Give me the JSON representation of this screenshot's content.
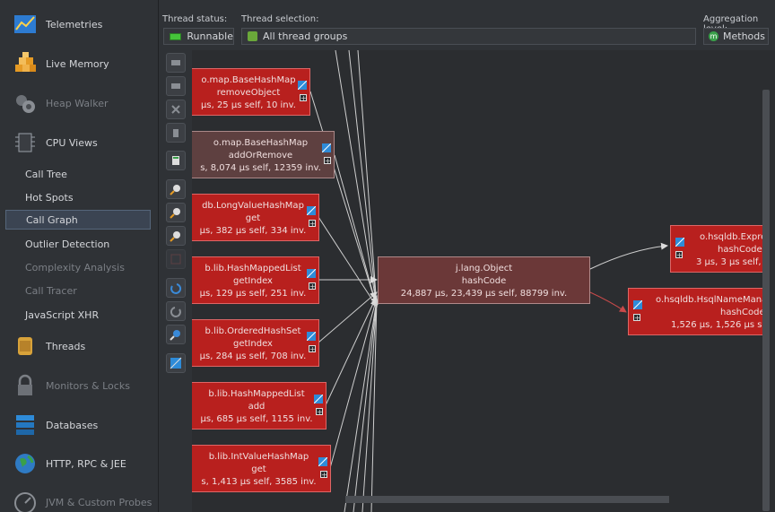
{
  "sidebar": {
    "items": [
      {
        "label": "Telemetries",
        "icon": "telemetries-icon"
      },
      {
        "label": "Live Memory",
        "icon": "live-memory-icon"
      },
      {
        "label": "Heap Walker",
        "icon": "heap-walker-icon"
      },
      {
        "label": "CPU Views",
        "icon": "cpu-views-icon"
      },
      {
        "label": "Threads",
        "icon": "threads-icon"
      },
      {
        "label": "Monitors & Locks",
        "icon": "monitors-locks-icon"
      },
      {
        "label": "Databases",
        "icon": "databases-icon"
      },
      {
        "label": "HTTP, RPC & JEE",
        "icon": "http-rpc-jee-icon"
      },
      {
        "label": "JVM & Custom Probes",
        "icon": "jvm-custom-probes-icon"
      }
    ],
    "cpu_sub": [
      {
        "label": "Call Tree"
      },
      {
        "label": "Hot Spots"
      },
      {
        "label": "Call Graph"
      },
      {
        "label": "Outlier Detection"
      },
      {
        "label": "Complexity Analysis"
      },
      {
        "label": "Call Tracer"
      },
      {
        "label": "JavaScript XHR"
      }
    ]
  },
  "header": {
    "thread_status_label": "Thread status:",
    "thread_status_value": "Runnable",
    "thread_selection_label": "Thread selection:",
    "thread_selection_value": "All thread groups",
    "aggregation_label": "Aggregation level:",
    "aggregation_value": "Methods",
    "aggregation_badge": "m"
  },
  "graph": {
    "callers": [
      {
        "cls": "o.map.BaseHashMap",
        "method": "removeObject",
        "stats": "μs, 25 μs self, 10 inv."
      },
      {
        "cls": "o.map.BaseHashMap",
        "method": "addOrRemove",
        "stats": "s, 8,074 μs self, 12359 inv."
      },
      {
        "cls": "db.LongValueHashMap",
        "method": "get",
        "stats": "μs, 382 μs self, 334 inv."
      },
      {
        "cls": "b.lib.HashMappedList",
        "method": "getIndex",
        "stats": "μs, 129 μs self, 251 inv."
      },
      {
        "cls": "b.lib.OrderedHashSet",
        "method": "getIndex",
        "stats": "μs, 284 μs self, 708 inv."
      },
      {
        "cls": "b.lib.HashMappedList",
        "method": "add",
        "stats": "μs, 685 μs self, 1155 inv."
      },
      {
        "cls": "b.lib.IntValueHashMap",
        "method": "get",
        "stats": "s, 1,413 μs self, 3585 inv."
      }
    ],
    "center": {
      "cls": "j.lang.Object",
      "method": "hashCode",
      "stats": "24,887 μs, 23,439 μs self, 88799 inv."
    },
    "callees": [
      {
        "cls": "o.hsqldb.Expre",
        "method": "hashCode",
        "stats": "3 μs, 3 μs self,"
      },
      {
        "cls": "o.hsqldb.HsqlNameManag",
        "method": "hashCode",
        "stats": "1,526 μs, 1,526 μs se"
      }
    ],
    "plus_symbol": "+"
  },
  "toolbar": {
    "buttons": [
      "back-icon",
      "forward-icon",
      "delete-icon",
      "trash-icon",
      "calculator-icon",
      "zoom-in-icon",
      "zoom-out-icon",
      "zoom-fit-icon",
      "layout-icon",
      "undo-icon",
      "redo-icon",
      "find-icon",
      "export-icon"
    ]
  },
  "colors": {
    "node_red": "#b8201e",
    "node_muted": "#5e4040",
    "center": "#6b3838",
    "selected_bg": "#3b4452"
  }
}
